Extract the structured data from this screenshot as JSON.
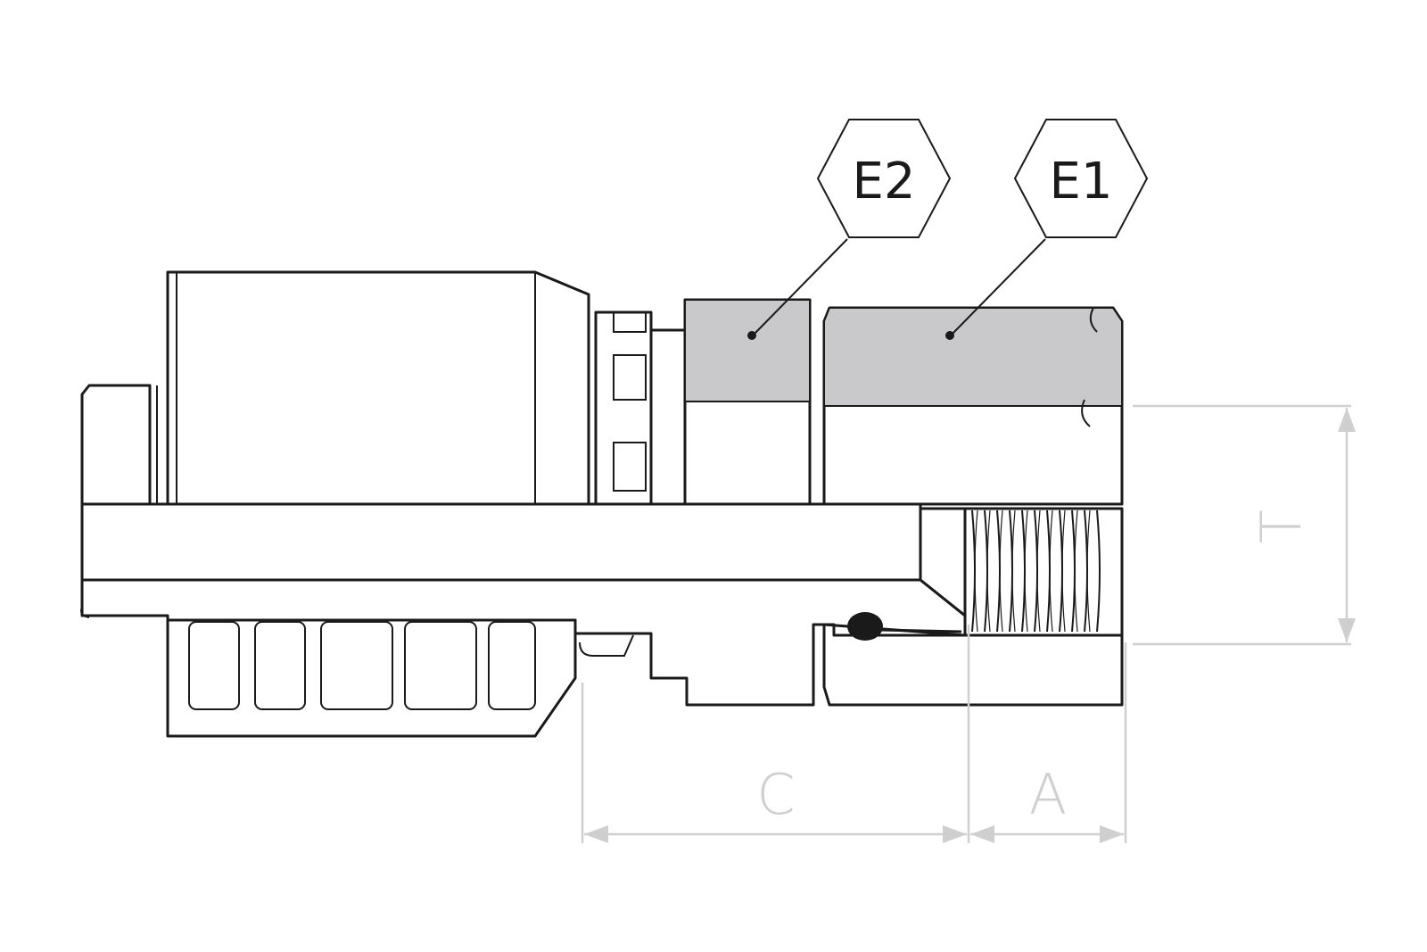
{
  "callouts": {
    "e1": "E1",
    "e2": "E2"
  },
  "dimensions": {
    "c": "C",
    "a": "A",
    "t": "T"
  },
  "colors": {
    "hex_nut": "#c9c9cc",
    "body_light": "#e4e4e7",
    "line": "#1a1a1a",
    "dimension": "#cfcfcf"
  }
}
